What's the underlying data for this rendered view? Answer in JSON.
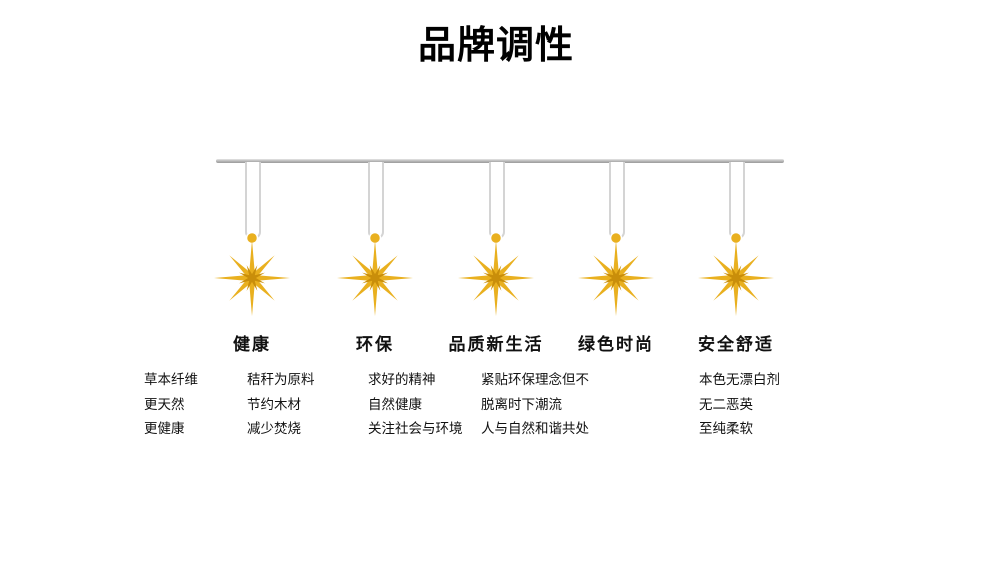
{
  "title": "品牌调性",
  "colors": {
    "accent": "#E9B01F",
    "accent_dark": "#C98E0A",
    "rail": "#A8A8A8"
  },
  "items": [
    {
      "title": "健康",
      "lines": [
        "草本纤维",
        "更天然",
        "更健康"
      ]
    },
    {
      "title": "环保",
      "lines": [
        "秸秆为原料",
        "节约木材",
        "减少焚烧"
      ]
    },
    {
      "title": "品质新生活",
      "lines": [
        "求好的精神",
        "自然健康",
        "关注社会与环境"
      ]
    },
    {
      "title": "绿色时尚",
      "lines": [
        "紧贴环保理念但不",
        "脱离时下潮流",
        "人与自然和谐共处"
      ]
    },
    {
      "title": "安全舒适",
      "lines": [
        "本色无漂白剂",
        "无二恶英",
        "至纯柔软"
      ]
    }
  ]
}
